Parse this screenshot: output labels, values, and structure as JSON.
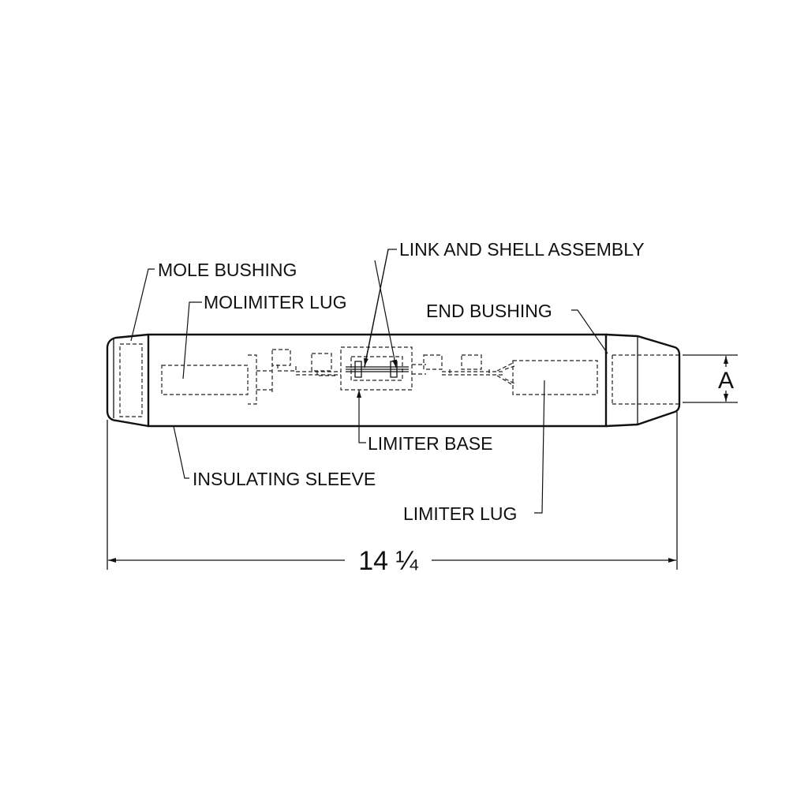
{
  "labels": {
    "mole_bushing": "MOLE BUSHING",
    "molimiter_lug": "MOLIMITER LUG",
    "link_and_shell_assembly": "LINK AND SHELL ASSEMBLY",
    "end_bushing": "END BUSHING",
    "limiter_base": "LIMITER BASE",
    "insulating_sleeve": "INSULATING SLEEVE",
    "limiter_lug": "LIMITER LUG"
  },
  "dimensions": {
    "overall_length": "14 ¼",
    "diameter": "A"
  }
}
